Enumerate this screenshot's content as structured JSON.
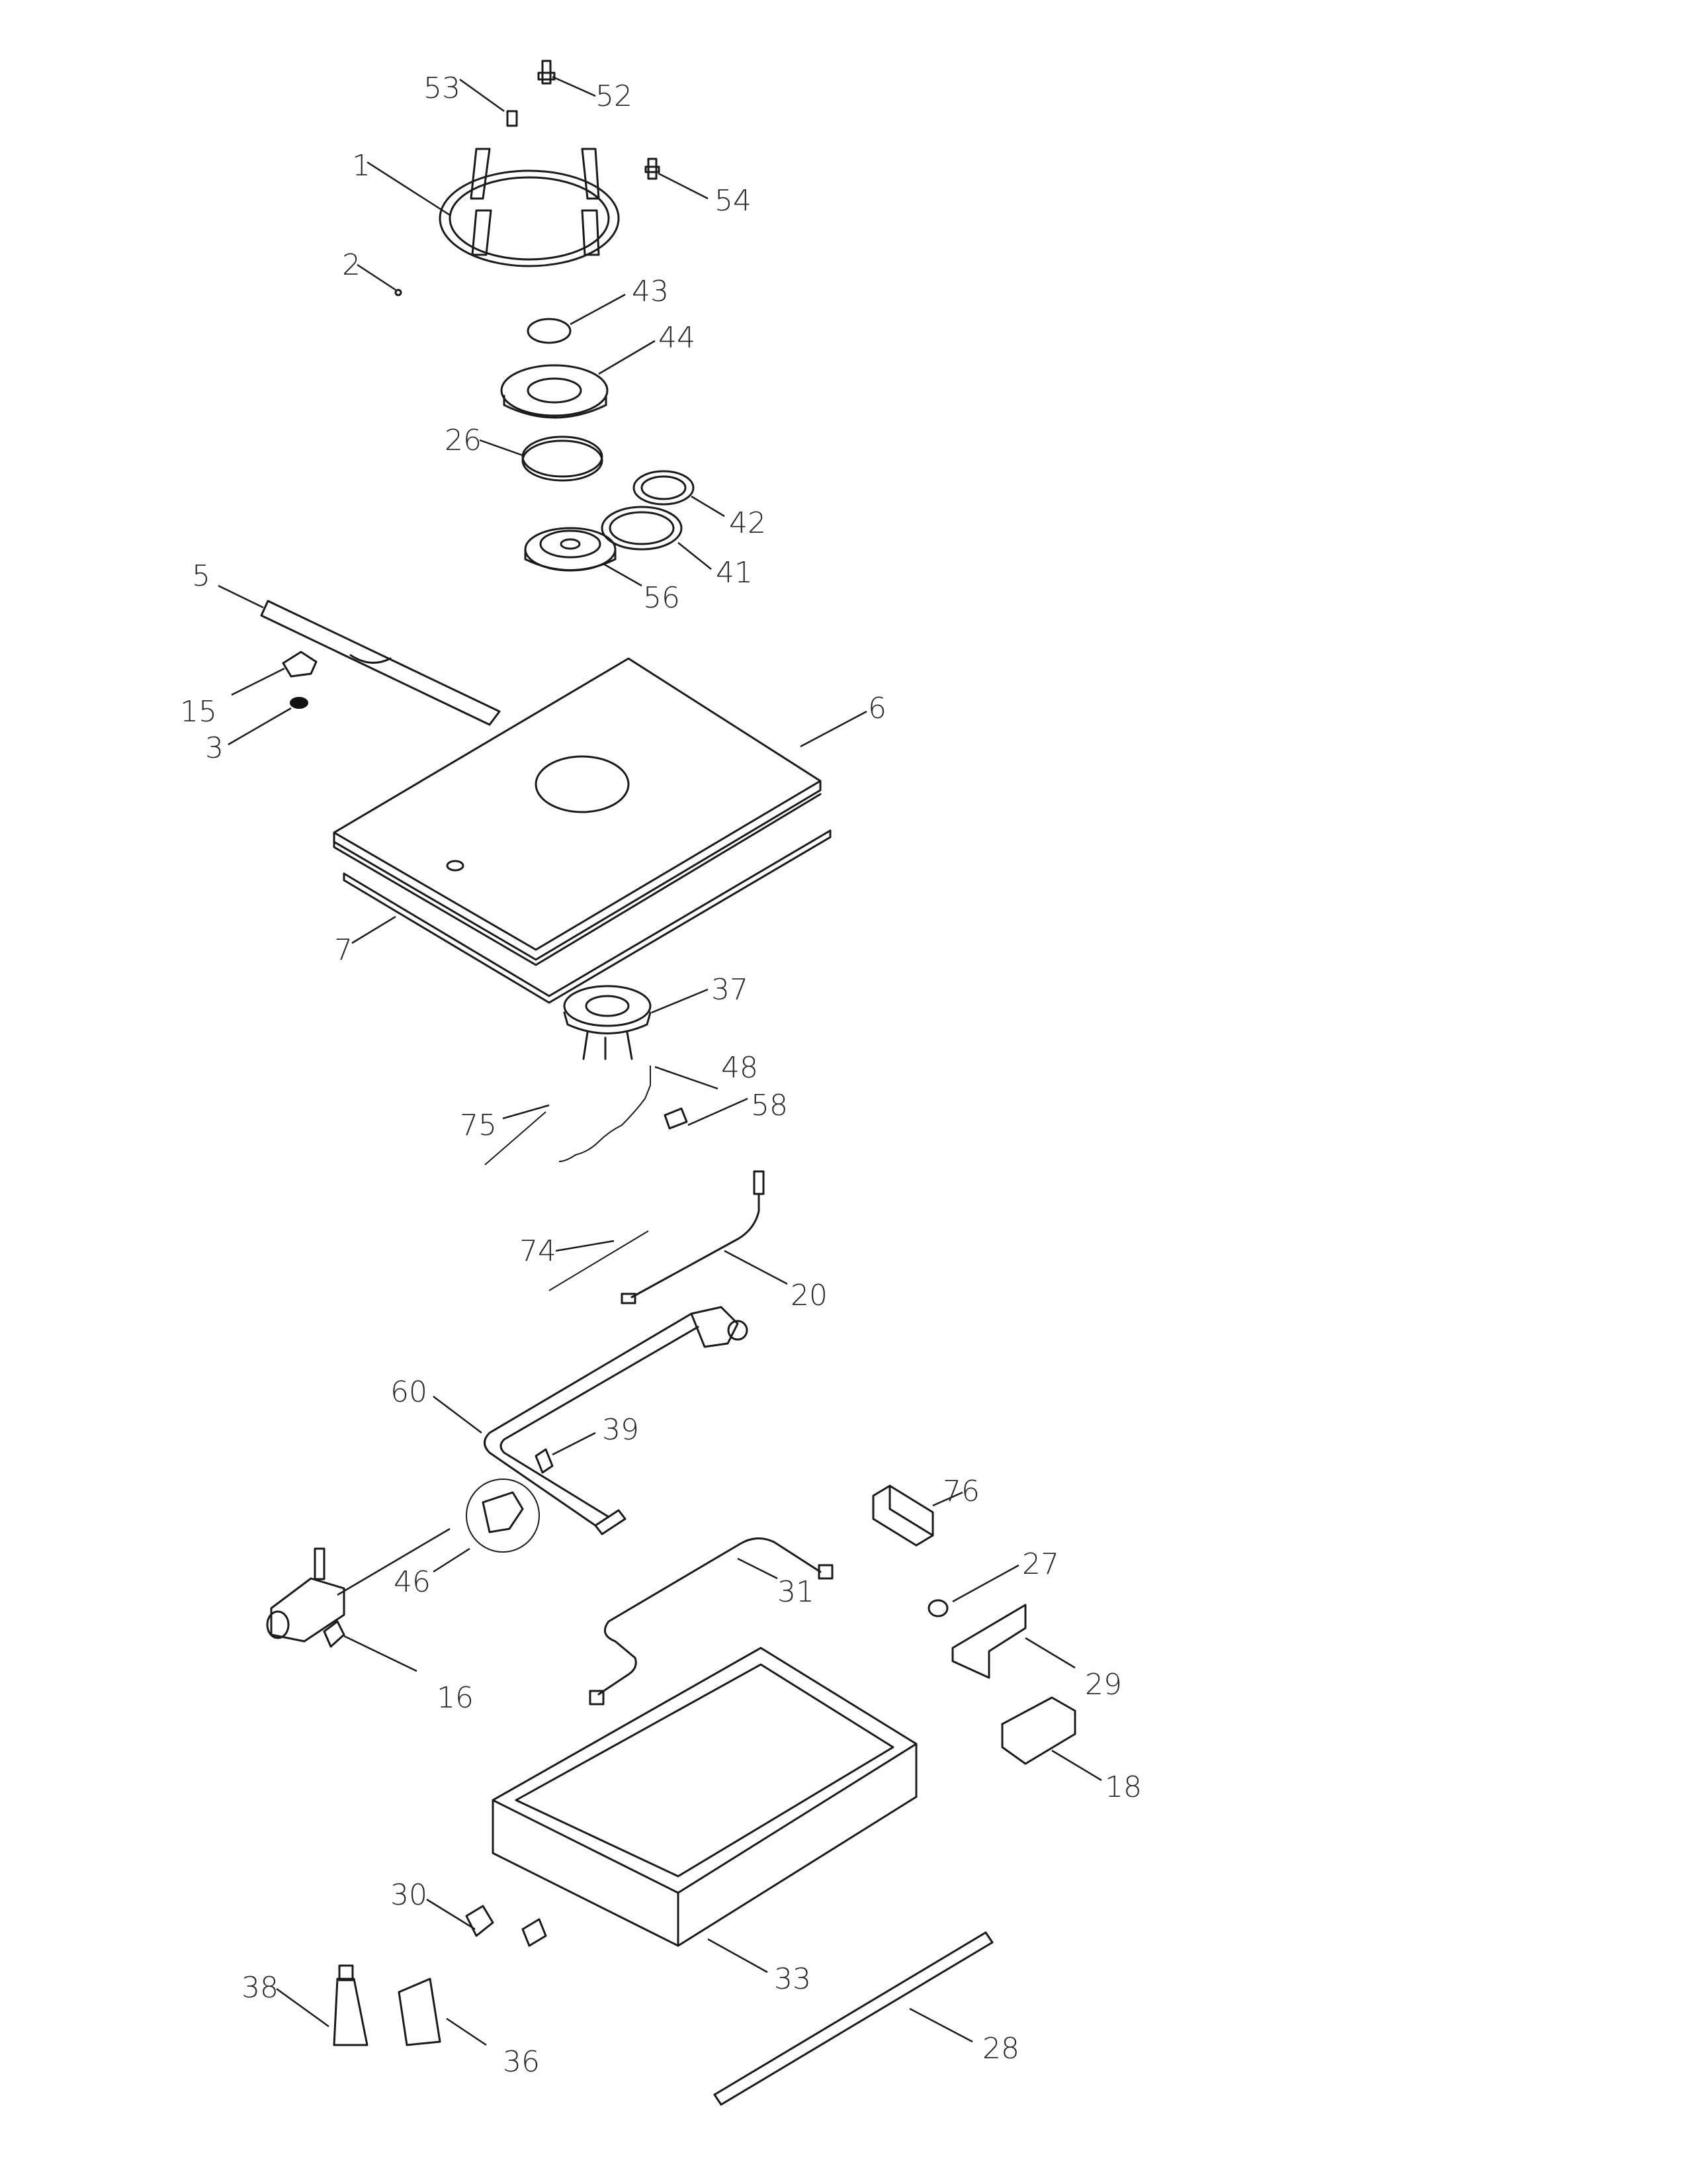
{
  "callouts": [
    {
      "id": "1",
      "label": "1"
    },
    {
      "id": "2",
      "label": "2"
    },
    {
      "id": "3",
      "label": "3"
    },
    {
      "id": "5",
      "label": "5"
    },
    {
      "id": "6",
      "label": "6"
    },
    {
      "id": "7",
      "label": "7"
    },
    {
      "id": "15",
      "label": "15"
    },
    {
      "id": "16",
      "label": "16"
    },
    {
      "id": "18",
      "label": "18"
    },
    {
      "id": "20",
      "label": "20"
    },
    {
      "id": "26",
      "label": "26"
    },
    {
      "id": "27",
      "label": "27"
    },
    {
      "id": "28",
      "label": "28"
    },
    {
      "id": "29",
      "label": "29"
    },
    {
      "id": "30",
      "label": "30"
    },
    {
      "id": "31",
      "label": "31"
    },
    {
      "id": "33",
      "label": "33"
    },
    {
      "id": "36",
      "label": "36"
    },
    {
      "id": "37",
      "label": "37"
    },
    {
      "id": "38",
      "label": "38"
    },
    {
      "id": "39",
      "label": "39"
    },
    {
      "id": "41",
      "label": "41"
    },
    {
      "id": "42",
      "label": "42"
    },
    {
      "id": "43",
      "label": "43"
    },
    {
      "id": "44",
      "label": "44"
    },
    {
      "id": "46",
      "label": "46"
    },
    {
      "id": "48",
      "label": "48"
    },
    {
      "id": "52",
      "label": "52"
    },
    {
      "id": "53",
      "label": "53"
    },
    {
      "id": "54",
      "label": "54"
    },
    {
      "id": "56",
      "label": "56"
    },
    {
      "id": "58",
      "label": "58"
    },
    {
      "id": "60",
      "label": "60"
    },
    {
      "id": "74",
      "label": "74"
    },
    {
      "id": "75",
      "label": "75"
    },
    {
      "id": "76",
      "label": "76"
    }
  ]
}
